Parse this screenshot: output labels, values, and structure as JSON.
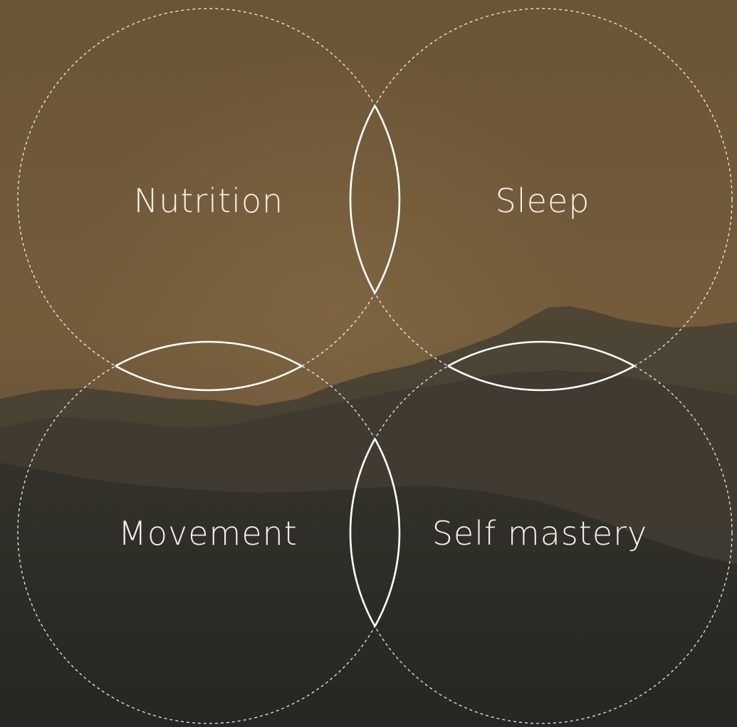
{
  "diagram": {
    "circles": [
      {
        "key": "nutrition",
        "label": "Nutrition"
      },
      {
        "key": "sleep",
        "label": "Sleep"
      },
      {
        "key": "movement",
        "label": "Movement"
      },
      {
        "key": "self_mastery",
        "label": "Self mastery"
      }
    ]
  },
  "colors": {
    "sky_top": "#6d5738",
    "sky_mid": "#725a3a",
    "mountain_far": "#4a4132",
    "mountain_near": "#2b2b25",
    "line": "#ffffff",
    "text": "#f3efe8"
  }
}
